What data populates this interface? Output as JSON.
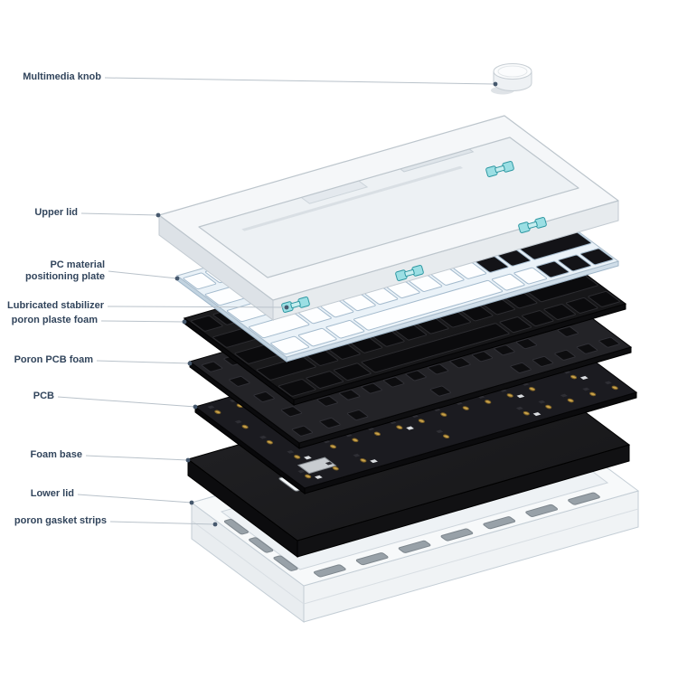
{
  "diagram": {
    "labels": [
      {
        "id": "multimedia-knob",
        "text": "Multimedia knob"
      },
      {
        "id": "upper-lid",
        "text": "Upper lid"
      },
      {
        "id": "positioning-plate",
        "text": "PC material positioning plate"
      },
      {
        "id": "stabilizer",
        "text": "Lubricated stabilizer"
      },
      {
        "id": "plate-foam",
        "text": "poron plaste foam"
      },
      {
        "id": "pcb-foam",
        "text": "Poron PCB foam"
      },
      {
        "id": "pcb",
        "text": "PCB"
      },
      {
        "id": "foam-base",
        "text": "Foam base"
      },
      {
        "id": "lower-lid",
        "text": "Lower lid"
      },
      {
        "id": "gasket-strips",
        "text": "poron gasket strips"
      }
    ],
    "colors": {
      "label_text": "#32455c",
      "leader_line": "#b9c2ca",
      "leader_dot": "#46586d",
      "case_white": "#f5f7f9",
      "plate_blue": "#eaf2f8",
      "foam_black": "#1a1a1c",
      "stabilizer_teal": "#9bdfe4"
    }
  }
}
